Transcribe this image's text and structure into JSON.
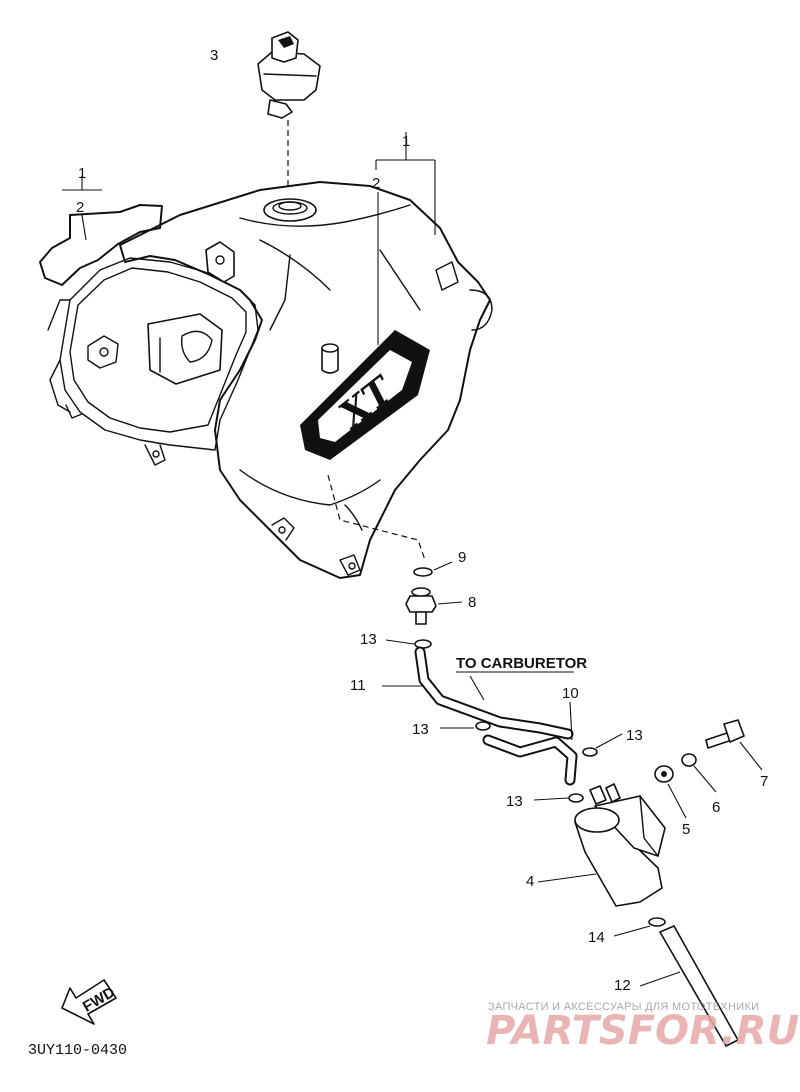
{
  "diagram": {
    "callouts": {
      "c1_left": "1",
      "c2_left": "2",
      "c1_right": "1",
      "c2_right": "2",
      "c3": "3",
      "c4": "4",
      "c5": "5",
      "c6": "6",
      "c7": "7",
      "c8": "8",
      "c9": "9",
      "c10": "10",
      "c11": "11",
      "c12": "12",
      "c13_a": "13",
      "c13_b": "13",
      "c13_c": "13",
      "c13_d": "13",
      "c14": "14"
    },
    "annotation": "TO CARBURETOR",
    "forward_arrow": "FWD",
    "tank_decal": "XT",
    "figure_code": "3UY110-0430"
  },
  "watermark": {
    "caption": "ЗАПЧАСТИ И АКСЕССУАРЫ ДЛЯ МОТОТЕХНИКИ",
    "brand": "PARTSFOR.RU",
    "color": "#e8a8a8"
  }
}
